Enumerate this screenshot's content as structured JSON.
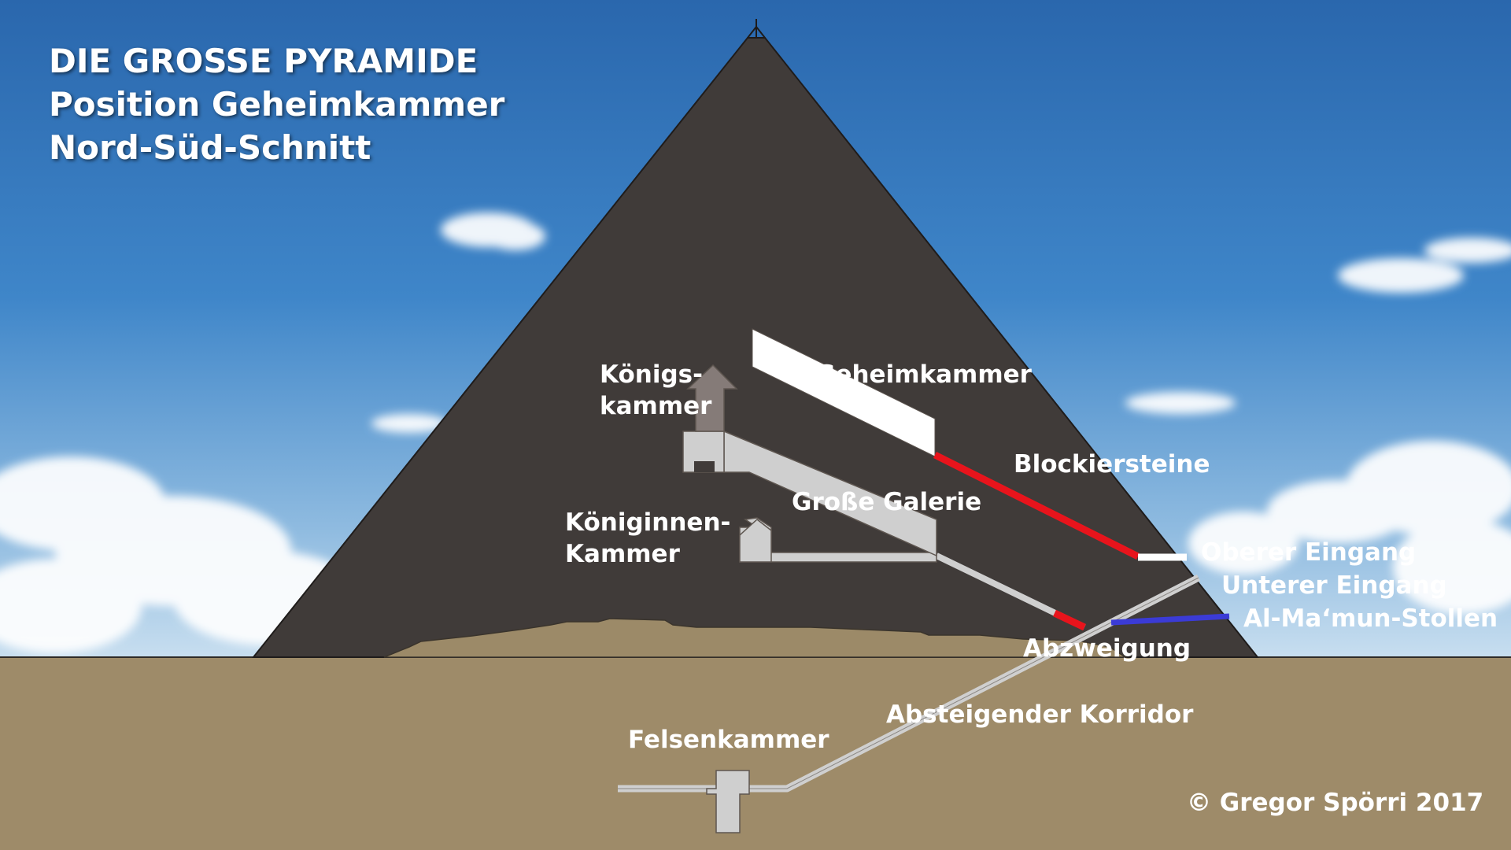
{
  "title": {
    "line1": "DIE GROSSE PYRAMIDE",
    "line2": "Position Geheimkammer",
    "line3": "Nord-Süd-Schnitt"
  },
  "labels": {
    "koenigskammer_1": "Königs-",
    "koenigskammer_2": "kammer",
    "geheimkammer": "Geheimkammer",
    "blockiersteine": "Blockiersteine",
    "grosse_galerie": "Große Galerie",
    "koeniginnenkammer_1": "Königinnen-",
    "koeniginnenkammer_2": "Kammer",
    "oberer_eingang": "Oberer Eingang",
    "unterer_eingang": "Unterer Eingang",
    "al_mamun_stollen": "Al-Ma‘mun-Stollen",
    "abzweigung": "Abzweigung",
    "absteigender_korridor": "Absteigender Korridor",
    "felsenkammer": "Felsenkammer"
  },
  "copyright": "© Gregor Spörri 2017",
  "colors": {
    "sky_top": "#2f6fb5",
    "sky_bottom": "#b8d4ea",
    "pyramid": "#3f3a38",
    "bedrock": "#9c8a68",
    "ground": "#9e8b69",
    "passage": "#cfcfcf",
    "secret_chamber": "#ffffff",
    "blocking_stones": "#e8141c",
    "al_mamun_tunnel": "#3b3bd6",
    "kings_chamber": "#857b78"
  }
}
